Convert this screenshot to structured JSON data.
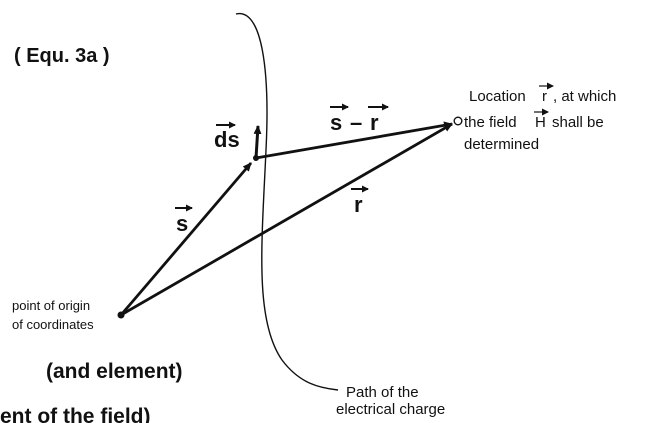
{
  "equation_label": "( Equ. 3a )",
  "vector_labels": {
    "ds": "ds",
    "s_minus_r": "s–r",
    "s_minus_r_s": "s",
    "s_minus_r_minus": "–",
    "s_minus_r_r": "r",
    "s": "s",
    "r": "r"
  },
  "location_text": {
    "line1_prefix": "Location",
    "line1_symbol": "r",
    "line1_suffix": ", at which",
    "line2_prefix": "the field",
    "line2_symbol": "H",
    "line2_suffix": "shall be",
    "line3": "determined"
  },
  "origin_text": {
    "line1": "point of origin",
    "line2": "of coordinates"
  },
  "path_text": {
    "line1": "Path of the",
    "line2": "electrical charge"
  },
  "bottom_text": {
    "line1": "(and element)",
    "line2": "ent of the field)"
  },
  "colors": {
    "ink": "#111111",
    "background": "#ffffff"
  }
}
